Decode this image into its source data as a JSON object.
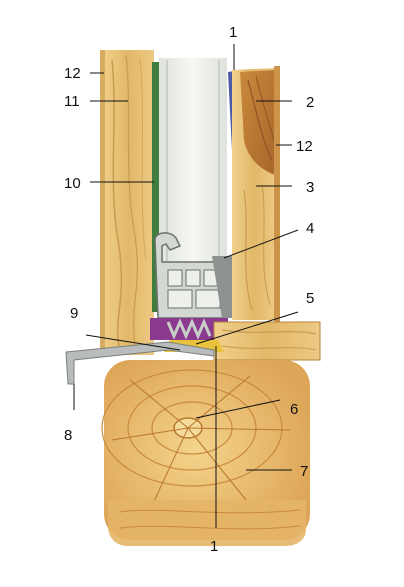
{
  "diagram": {
    "callouts": [
      {
        "id": "top-1",
        "text": "1"
      },
      {
        "id": "12-left",
        "text": "12"
      },
      {
        "id": "11",
        "text": "11"
      },
      {
        "id": "2",
        "text": "2"
      },
      {
        "id": "12-right",
        "text": "12"
      },
      {
        "id": "10",
        "text": "10"
      },
      {
        "id": "3",
        "text": "3"
      },
      {
        "id": "4",
        "text": "4"
      },
      {
        "id": "5",
        "text": "5"
      },
      {
        "id": "9",
        "text": "9"
      },
      {
        "id": "6",
        "text": "6"
      },
      {
        "id": "8",
        "text": "8"
      },
      {
        "id": "7",
        "text": "7"
      },
      {
        "id": "bottom-1",
        "text": "1"
      }
    ]
  },
  "colors": {
    "wood_light": "#e8c47a",
    "wood_mid": "#d9a95a",
    "wood_dark": "#b9772f",
    "glass": "#eef1ea",
    "seal_green": "#3f7d3f",
    "seal_blue": "#4b5aa8",
    "frame_grey": "#cfd3cf",
    "purple": "#8a3a8f",
    "metal": "#b8bcbc"
  }
}
